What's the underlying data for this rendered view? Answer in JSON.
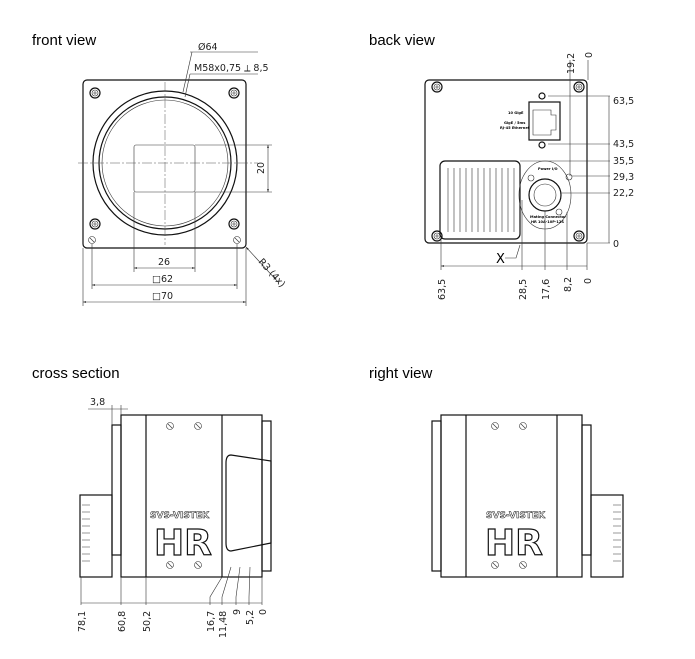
{
  "views": {
    "front": {
      "title": "front view",
      "diameter": "Ø64",
      "thread": "M58x0,75 ⟂ 8,5",
      "d_height": "20",
      "d_sensor": "26",
      "d_62": "□62",
      "d_70": "□70",
      "radius": "R3 (4x)"
    },
    "back": {
      "title": "back view",
      "top": [
        "19,2",
        "0"
      ],
      "right": [
        "63,5",
        "43,5",
        "35,5",
        "29,3",
        "22,2",
        "0"
      ],
      "bottom": [
        "63,5",
        "28,5",
        "17,6",
        "8,2",
        "0"
      ],
      "marker": "X",
      "labels": {
        "eth_speed": "10 GigE",
        "eth_type": "GigE / 5ms",
        "eth_conn": "RJ-45 Ethernet",
        "power": "Power I/O",
        "mating": "Mating Connector",
        "mating_part": "HR 10A-10P-12S"
      }
    },
    "cross": {
      "title": "cross section",
      "d_top": "3,8",
      "bottom": [
        "78,1",
        "60,8",
        "50,2",
        "16,7",
        "11,48",
        "9",
        "5,2",
        "0"
      ]
    },
    "right": {
      "title": "right view"
    }
  },
  "logo": {
    "brand": "SVS-VISTEK",
    "series": "HR"
  }
}
